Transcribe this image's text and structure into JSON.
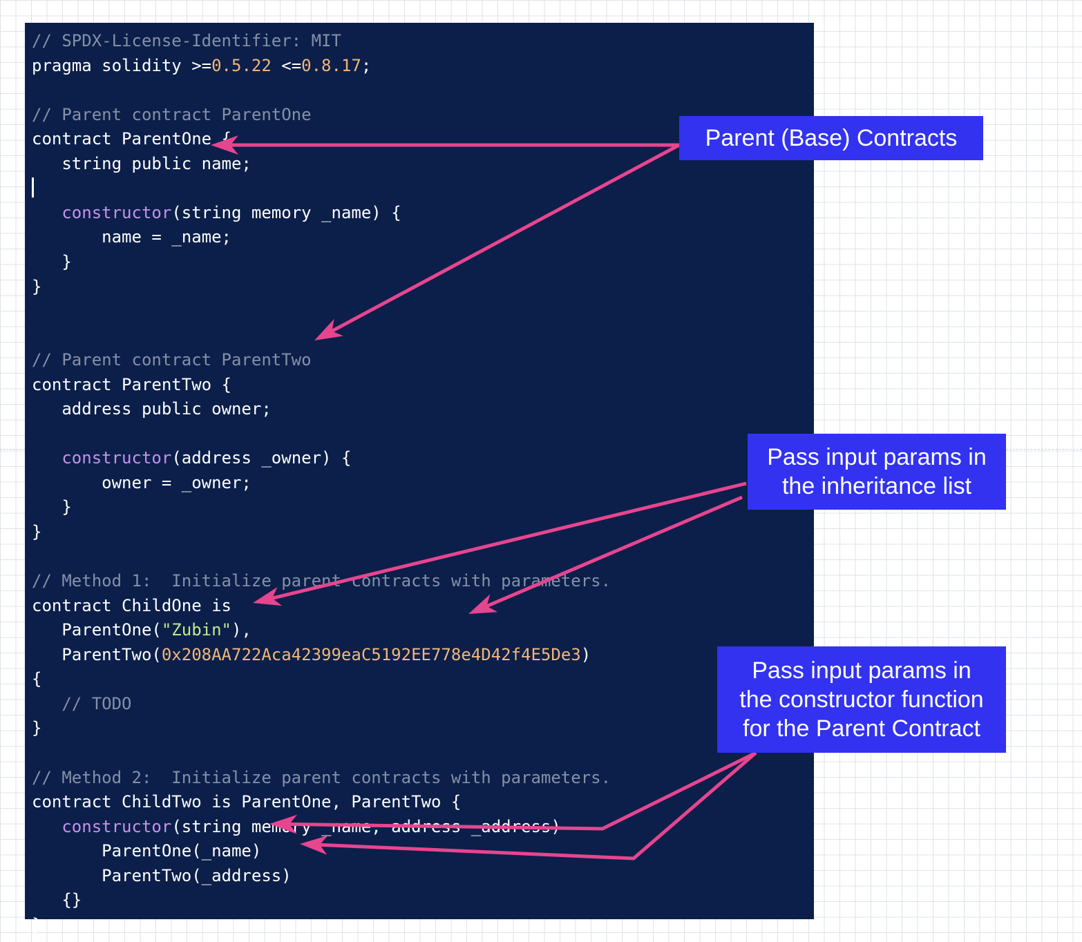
{
  "code": {
    "lines": [
      [
        {
          "t": "// SPDX-License-Identifier: MIT",
          "k": "comment"
        }
      ],
      [
        {
          "t": "pragma solidity >=",
          "k": "plain"
        },
        {
          "t": "0.5.22",
          "k": "number"
        },
        {
          "t": " <=",
          "k": "plain"
        },
        {
          "t": "0.8.17",
          "k": "number"
        },
        {
          "t": ";",
          "k": "plain"
        }
      ],
      [],
      [
        {
          "t": "// Parent contract ParentOne",
          "k": "comment"
        }
      ],
      [
        {
          "t": "contract ParentOne {",
          "k": "plain"
        }
      ],
      [
        {
          "t": "   string public name;",
          "k": "plain"
        }
      ],
      [],
      [
        {
          "t": "   ",
          "k": "plain"
        },
        {
          "t": "constructor",
          "k": "keyword"
        },
        {
          "t": "(string memory _name) {",
          "k": "plain"
        }
      ],
      [
        {
          "t": "       name = _name;",
          "k": "plain"
        }
      ],
      [
        {
          "t": "   }",
          "k": "plain"
        }
      ],
      [
        {
          "t": "}",
          "k": "plain"
        }
      ],
      [],
      [],
      [
        {
          "t": "// Parent contract ParentTwo",
          "k": "comment"
        }
      ],
      [
        {
          "t": "contract ParentTwo {",
          "k": "plain"
        }
      ],
      [
        {
          "t": "   address public owner;",
          "k": "plain"
        }
      ],
      [],
      [
        {
          "t": "   ",
          "k": "plain"
        },
        {
          "t": "constructor",
          "k": "keyword"
        },
        {
          "t": "(address _owner) {",
          "k": "plain"
        }
      ],
      [
        {
          "t": "       owner = _owner;",
          "k": "plain"
        }
      ],
      [
        {
          "t": "   }",
          "k": "plain"
        }
      ],
      [
        {
          "t": "}",
          "k": "plain"
        }
      ],
      [],
      [
        {
          "t": "// Method 1:  Initialize parent contracts with parameters.",
          "k": "comment"
        }
      ],
      [
        {
          "t": "contract ChildOne is",
          "k": "plain"
        }
      ],
      [
        {
          "t": "   ParentOne(",
          "k": "plain"
        },
        {
          "t": "\"Zubin\"",
          "k": "string"
        },
        {
          "t": "),",
          "k": "plain"
        }
      ],
      [
        {
          "t": "   ParentTwo(",
          "k": "plain"
        },
        {
          "t": "0x208AA722Aca42399eaC5192EE778e4D42f4E5De3",
          "k": "number"
        },
        {
          "t": ")",
          "k": "plain"
        }
      ],
      [
        {
          "t": "{",
          "k": "plain"
        }
      ],
      [
        {
          "t": "   // TODO",
          "k": "comment"
        }
      ],
      [
        {
          "t": "}",
          "k": "plain"
        }
      ],
      [],
      [
        {
          "t": "// Method 2:  Initialize parent contracts with parameters.",
          "k": "comment"
        }
      ],
      [
        {
          "t": "contract ChildTwo is ParentOne, ParentTwo {",
          "k": "plain"
        }
      ],
      [
        {
          "t": "   ",
          "k": "plain"
        },
        {
          "t": "constructor",
          "k": "keyword"
        },
        {
          "t": "(string memory _name, address _address)",
          "k": "plain"
        }
      ],
      [
        {
          "t": "       ParentOne(_name)",
          "k": "plain"
        }
      ],
      [
        {
          "t": "       ParentTwo(_address)",
          "k": "plain"
        }
      ],
      [
        {
          "t": "   {}",
          "k": "plain"
        }
      ],
      [
        {
          "t": "}",
          "k": "plain"
        }
      ]
    ]
  },
  "callouts": {
    "parent_base": [
      "Parent (Base) Contracts"
    ],
    "inheritance_list": [
      "Pass input params in",
      "the inheritance list"
    ],
    "constructor_function": [
      "Pass input params in",
      "the constructor function",
      "for the Parent Contract"
    ]
  },
  "colors": {
    "background": "#ffffff",
    "code_panel": "#0b1f4a",
    "callout_fill": "#3232f0",
    "arrow": "#e8458f",
    "comment": "#8590a8",
    "keyword": "#c792ea",
    "number": "#f2b779",
    "string": "#c3e88d"
  }
}
